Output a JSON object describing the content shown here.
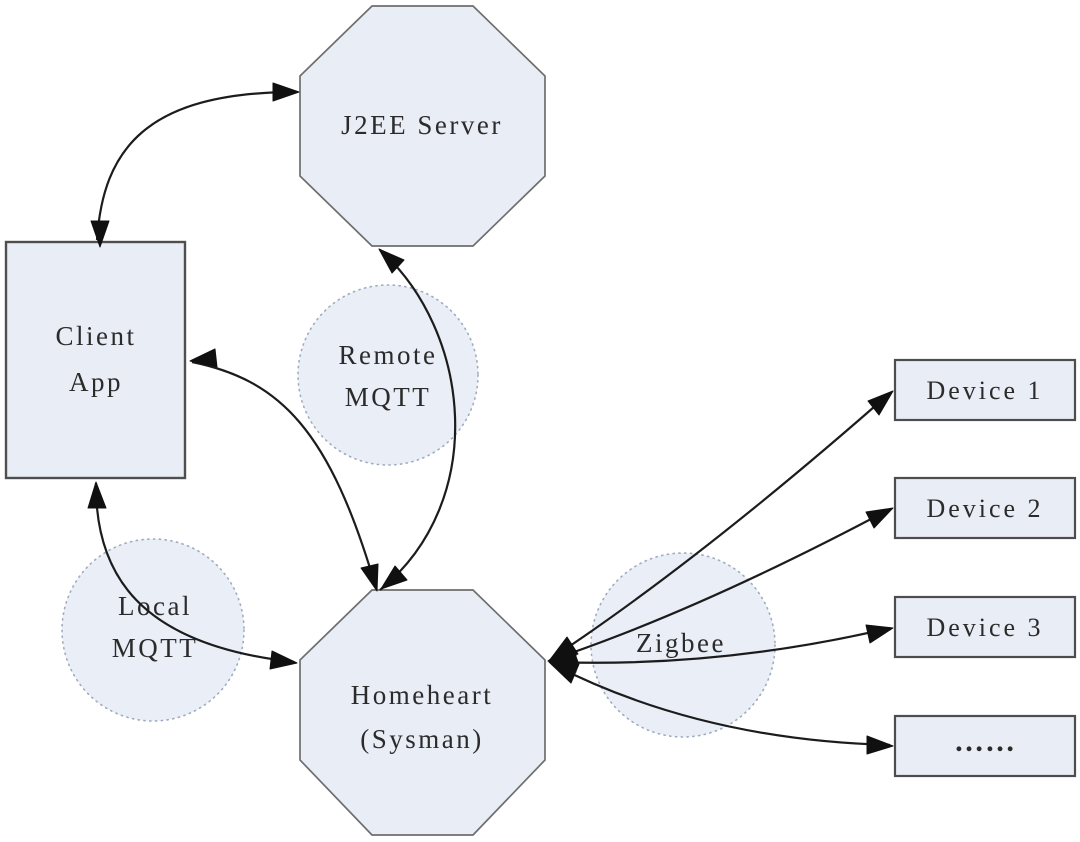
{
  "diagram_type": "architecture-diagram",
  "nodes": {
    "j2ee_server": {
      "label": "J2EE Server",
      "shape": "octagon"
    },
    "client_app": {
      "line1": "Client",
      "line2": "App",
      "shape": "rectangle"
    },
    "homeheart": {
      "line1": "Homeheart",
      "line2": "(Sysman)",
      "shape": "octagon"
    },
    "device_1": {
      "label": "Device 1",
      "shape": "rectangle"
    },
    "device_2": {
      "label": "Device 2",
      "shape": "rectangle"
    },
    "device_3": {
      "label": "Device 3",
      "shape": "rectangle"
    },
    "device_more": {
      "label": "……",
      "shape": "rectangle"
    }
  },
  "zones": {
    "remote_mqtt": {
      "line1": "Remote",
      "line2": "MQTT",
      "shape": "dotted-circle"
    },
    "local_mqtt": {
      "line1": "Local",
      "line2": "MQTT",
      "shape": "dotted-circle"
    },
    "zigbee": {
      "label": "Zigbee",
      "shape": "dotted-circle"
    }
  },
  "edges": [
    {
      "from": "Client App",
      "to": "J2EE Server",
      "direction": "bidirectional"
    },
    {
      "from": "Client App",
      "to": "Homeheart (Sysman)",
      "via": "Remote MQTT",
      "direction": "bidirectional"
    },
    {
      "from": "J2EE Server",
      "to": "Homeheart (Sysman)",
      "via": "Remote MQTT",
      "direction": "bidirectional"
    },
    {
      "from": "Client App",
      "to": "Homeheart (Sysman)",
      "via": "Local MQTT",
      "direction": "bidirectional"
    },
    {
      "from": "Homeheart (Sysman)",
      "to": "Device 1",
      "via": "Zigbee",
      "direction": "bidirectional"
    },
    {
      "from": "Homeheart (Sysman)",
      "to": "Device 2",
      "via": "Zigbee",
      "direction": "bidirectional"
    },
    {
      "from": "Homeheart (Sysman)",
      "to": "Device 3",
      "via": "Zigbee",
      "direction": "bidirectional"
    },
    {
      "from": "Homeheart (Sysman)",
      "to": "……",
      "via": "Zigbee",
      "direction": "bidirectional"
    }
  ],
  "colors": {
    "node_fill": "#e9edf6",
    "zone_fill": "#e9eef7",
    "node_border": "#6e6e6e",
    "strong_border": "#4f4f4f",
    "zone_border": "#9fabbe",
    "arrow": "#1c1c1c",
    "text": "#2b2b2b",
    "background": "#ffffff"
  }
}
